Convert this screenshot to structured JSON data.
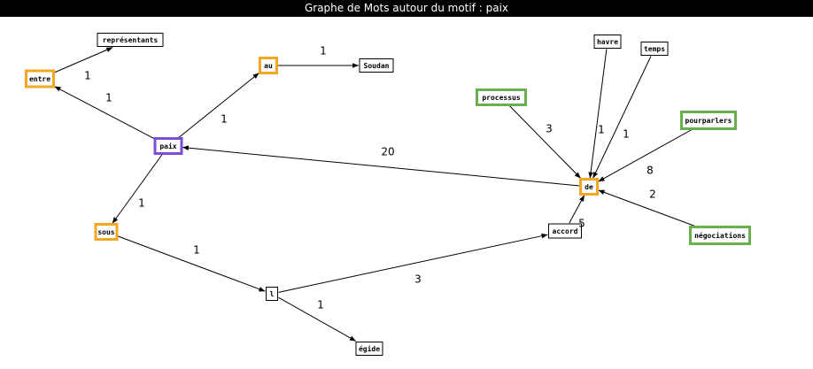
{
  "title": "Graphe de Mots autour du motif : paix",
  "colors": {
    "center": "#7a4fd6",
    "orange": "#f5a623",
    "green": "#6ab04c",
    "plain": "#000000",
    "edge": "#000000"
  },
  "nodes": [
    {
      "id": "paix",
      "label": "paix",
      "kind": "center"
    },
    {
      "id": "entre",
      "label": "entre",
      "kind": "orange"
    },
    {
      "id": "representants",
      "label": "représentants",
      "kind": "plain"
    },
    {
      "id": "au",
      "label": "au",
      "kind": "orange"
    },
    {
      "id": "soudan",
      "label": "Soudan",
      "kind": "plain"
    },
    {
      "id": "sous",
      "label": "sous",
      "kind": "orange"
    },
    {
      "id": "l",
      "label": "l",
      "kind": "plain"
    },
    {
      "id": "egide",
      "label": "égide",
      "kind": "plain"
    },
    {
      "id": "accord",
      "label": "accord",
      "kind": "plain"
    },
    {
      "id": "de",
      "label": "de",
      "kind": "orange"
    },
    {
      "id": "processus",
      "label": "processus",
      "kind": "green"
    },
    {
      "id": "havre",
      "label": "havre",
      "kind": "plain"
    },
    {
      "id": "temps",
      "label": "temps",
      "kind": "plain"
    },
    {
      "id": "pourparlers",
      "label": "pourparlers",
      "kind": "green"
    },
    {
      "id": "negociations",
      "label": "négociations",
      "kind": "green"
    }
  ],
  "edges": [
    {
      "from": "entre",
      "to": "representants",
      "weight": "1"
    },
    {
      "from": "paix",
      "to": "entre",
      "weight": "1"
    },
    {
      "from": "paix",
      "to": "au",
      "weight": "1"
    },
    {
      "from": "au",
      "to": "soudan",
      "weight": "1"
    },
    {
      "from": "de",
      "to": "paix",
      "weight": "20"
    },
    {
      "from": "paix",
      "to": "sous",
      "weight": "1"
    },
    {
      "from": "sous",
      "to": "l",
      "weight": "1"
    },
    {
      "from": "l",
      "to": "egide",
      "weight": "1"
    },
    {
      "from": "l",
      "to": "accord",
      "weight": "3"
    },
    {
      "from": "accord",
      "to": "de",
      "weight": "5"
    },
    {
      "from": "processus",
      "to": "de",
      "weight": "3"
    },
    {
      "from": "havre",
      "to": "de",
      "weight": "1"
    },
    {
      "from": "temps",
      "to": "de",
      "weight": "1"
    },
    {
      "from": "pourparlers",
      "to": "de",
      "weight": "8"
    },
    {
      "from": "negociations",
      "to": "de",
      "weight": "2"
    }
  ]
}
